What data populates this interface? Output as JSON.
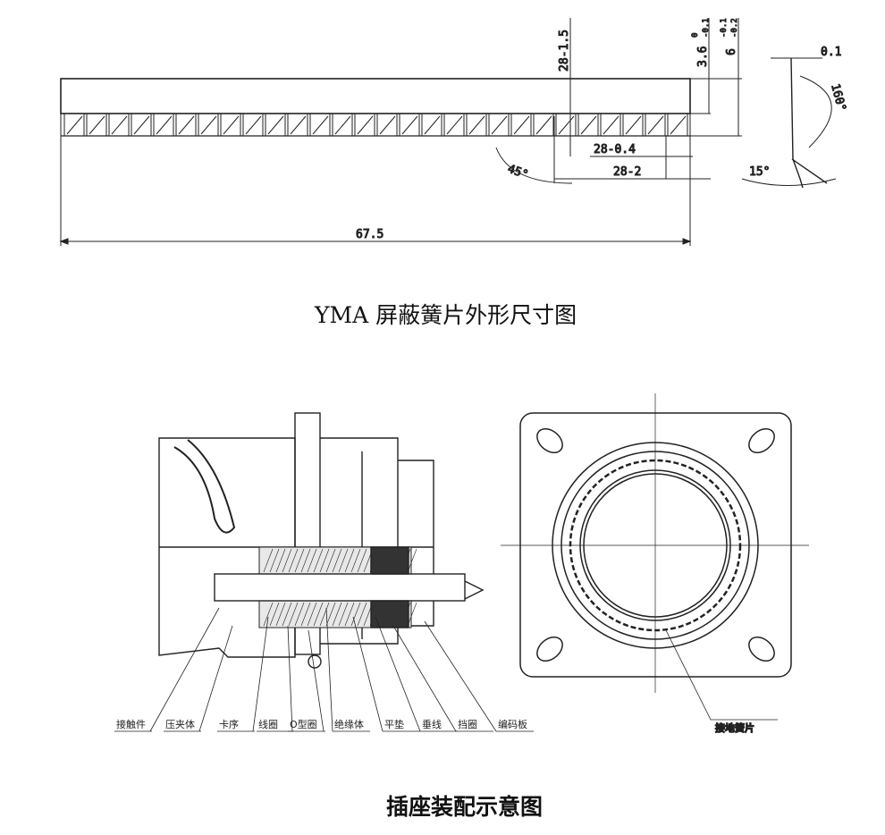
{
  "top_drawing": {
    "title": "YMA 屏蔽簧片外形尺寸图",
    "dimensions": {
      "overall_length": "67.5",
      "pitch": "28-1.5",
      "tooth_width": "28-0.4",
      "slot": "28-2",
      "height_a": "3.6",
      "height_a_tol_upper": "0",
      "height_a_tol_lower": "-0.1",
      "height_b": "6",
      "height_b_tol_upper": "-0.1",
      "height_b_tol_lower": "-0.2",
      "angle_tooth": "45°",
      "thickness": "0.1",
      "angle_bend": "160°",
      "angle_side": "15°"
    }
  },
  "bottom_drawing": {
    "title": "插座装配示意图",
    "part_labels": [
      "接触件",
      "压夹体",
      "卡序",
      "线圈",
      "O型圈",
      "绝缘体",
      "平垫",
      "垂线",
      "挡圈",
      "编码板"
    ],
    "flange_label": "接地簧片"
  }
}
